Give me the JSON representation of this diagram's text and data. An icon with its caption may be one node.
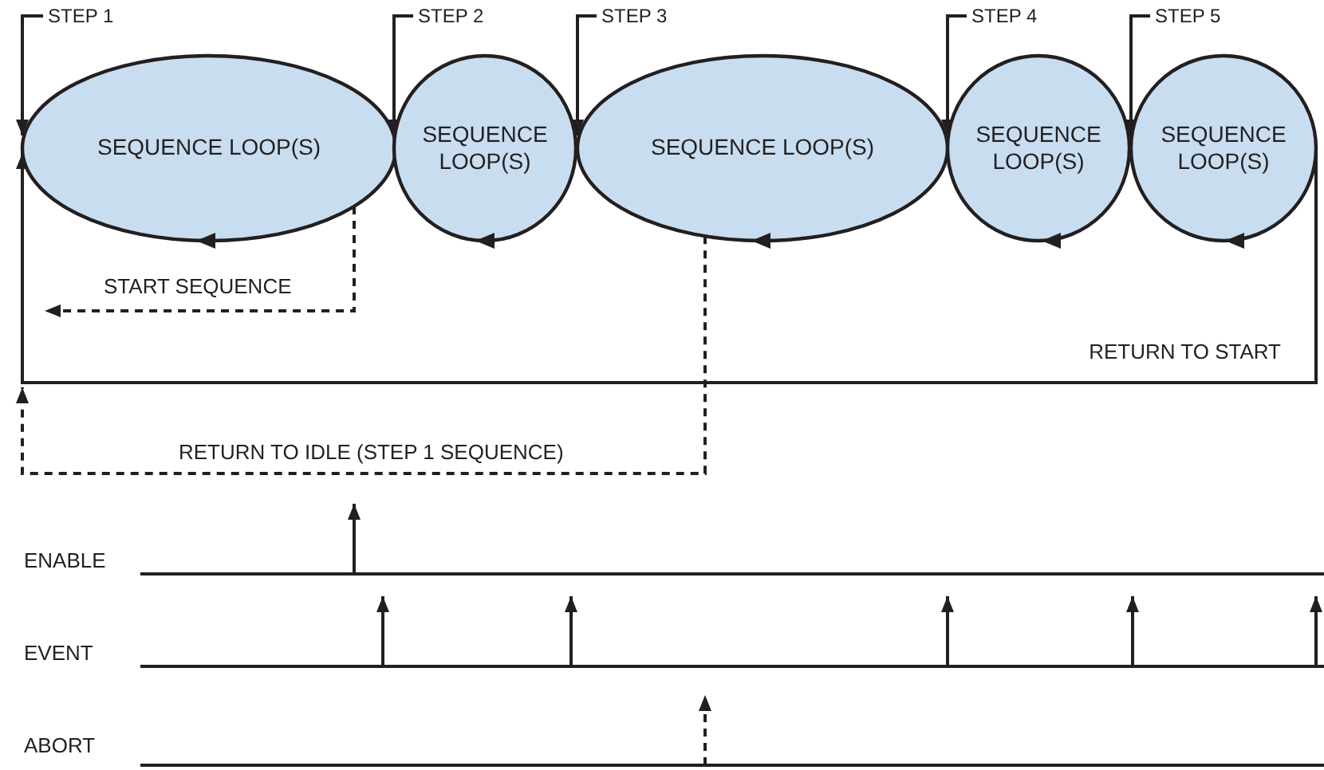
{
  "diagram": {
    "nodes": [
      {
        "text": [
          "SEQUENCE LOOP(S)"
        ]
      },
      {
        "text": [
          "SEQUENCE LOOP(S)"
        ]
      },
      {
        "text": [
          "SEQUENCE LOOP(S)"
        ]
      },
      {
        "text": [
          "SEQUENCE LOOP(S)"
        ]
      },
      {
        "text": [
          "SEQUENCE LOOP(S)"
        ]
      },
      {
        "text": [
          "STEP 1"
        ]
      },
      {
        "text": [
          "STEP 2"
        ]
      },
      {
        "text": [
          "STEP 3"
        ]
      },
      {
        "text": [
          "STEP 4"
        ]
      },
      {
        "text": [
          "STEP 5"
        ]
      }
    ],
    "edges": [
      {
        "from": 5,
        "to": 0,
        "arrow": "to"
      },
      {
        "from": 6,
        "to": 1,
        "arrow": "to"
      },
      {
        "from": 7,
        "to": 2,
        "arrow": "to"
      },
      {
        "from": 8,
        "to": 3,
        "arrow": "to"
      },
      {
        "from": 9,
        "to": 4,
        "arrow": "to"
      },
      {
        "from": 0,
        "to": null,
        "arrow": "to",
        "style": "dashed",
        "label": "START SEQUENCE"
      },
      {
        "from": 4,
        "to": 0,
        "arrow": "to",
        "label": "RETURN TO START"
      },
      {
        "from": 2,
        "to": null,
        "arrow": "to",
        "style": "dashed",
        "label": "RETURN TO IDLE (STEP 1 SEQUENCE)"
      }
    ],
    "labels": [
      "ENABLE",
      "EVENT",
      "ABORT"
    ]
  }
}
